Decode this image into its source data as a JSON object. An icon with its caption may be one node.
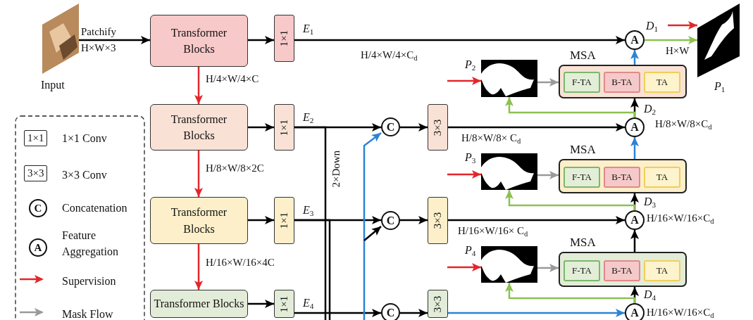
{
  "diagram": {
    "nodes": [
      {
        "text": [],
        "shape": "picture",
        "beside": [
          "Input"
        ]
      },
      {
        "text": [
          "Transformer Blocks"
        ]
      },
      {
        "text": [
          "1×1"
        ],
        "beside": [
          "*E*$_{1}$"
        ]
      },
      {
        "text": [
          "Transformer Blocks"
        ]
      },
      {
        "text": [
          "1×1"
        ],
        "beside": [
          "*E*$_{2}$"
        ]
      },
      {
        "text": [
          "Transformer Blocks"
        ]
      },
      {
        "text": [
          "1×1"
        ],
        "beside": [
          "*E*$_{3}$"
        ]
      },
      {
        "text": [
          "Transformer Blocks"
        ]
      },
      {
        "text": [
          "1×1"
        ],
        "beside": [
          "*E*$_{4}$"
        ]
      },
      {
        "text": [
          "C"
        ]
      },
      {
        "text": [
          "3×3"
        ]
      },
      {
        "text": [
          "C"
        ]
      },
      {
        "text": [
          "3×3"
        ]
      },
      {
        "text": [
          "C"
        ]
      },
      {
        "text": [
          "3×3"
        ]
      },
      {
        "text": [
          "A"
        ],
        "beside": [
          "*D*$_{1}$"
        ]
      },
      {
        "text": [
          "A"
        ],
        "beside": [
          "*D*$_{2}$",
          "H/8×W/8×C$_{d}$"
        ]
      },
      {
        "text": [
          "A"
        ],
        "beside": [
          "*D*$_{3}$",
          "H/16×W/16×C$_{d}$"
        ]
      },
      {
        "text": [
          "A"
        ],
        "beside": [
          "*D*$_{4}$",
          "H/16×W/16×C$_{d}$"
        ]
      },
      {
        "text": [
          "MSA"
        ]
      },
      {
        "text": [
          "F-TA"
        ],
        "in": 19
      },
      {
        "text": [
          "B-TA"
        ],
        "in": 19
      },
      {
        "text": [
          "TA"
        ],
        "in": 19
      },
      {
        "text": [
          "MSA"
        ]
      },
      {
        "text": [
          "F-TA"
        ],
        "in": 23
      },
      {
        "text": [
          "B-TA"
        ],
        "in": 23
      },
      {
        "text": [
          "TA"
        ],
        "in": 23
      },
      {
        "text": [
          "MSA"
        ]
      },
      {
        "text": [
          "F-TA"
        ],
        "in": 27
      },
      {
        "text": [
          "B-TA"
        ],
        "in": 27
      },
      {
        "text": [
          "TA"
        ],
        "in": 27
      },
      {
        "text": [],
        "shape": "picture",
        "beside": [
          "*P*$_{2}$"
        ]
      },
      {
        "text": [],
        "shape": "picture",
        "beside": [
          "*P*$_{3}$"
        ]
      },
      {
        "text": [],
        "shape": "picture",
        "beside": [
          "*P*$_{4}$"
        ]
      },
      {
        "text": [],
        "shape": "picture",
        "beside": [
          "*P*$_{1}$"
        ]
      }
    ],
    "edges": [
      {
        "from": 0,
        "to": 1,
        "arrow": "to",
        "label": "Patchify"
      },
      {
        "from": 1,
        "to": 2,
        "arrow": "to"
      },
      {
        "from": 1,
        "to": 3,
        "arrow": "to",
        "label": "H/4×W/4×C",
        "color": "#e3262b"
      },
      {
        "from": 3,
        "to": 4,
        "arrow": "to"
      },
      {
        "from": 3,
        "to": 5,
        "arrow": "to",
        "label": "H/8×W/8×2C",
        "color": "#e3262b"
      },
      {
        "from": 5,
        "to": 6,
        "arrow": "to"
      },
      {
        "from": 5,
        "to": 7,
        "arrow": "to",
        "label": "H/16×W/16×4C",
        "color": "#e3262b"
      },
      {
        "from": 7,
        "to": 8,
        "arrow": "to"
      },
      {
        "from": 2,
        "to": 15,
        "arrow": "to",
        "label": "H/4×W/4×C$_{d}$"
      },
      {
        "from": 4,
        "to": 9,
        "arrow": "to"
      },
      {
        "from": 9,
        "to": 10,
        "arrow": "to"
      },
      {
        "from": 10,
        "to": 16,
        "arrow": "to",
        "label": "H/8×W/8× C$_{d}$"
      },
      {
        "from": 6,
        "to": 11,
        "arrow": "to"
      },
      {
        "from": 11,
        "to": 12,
        "arrow": "to"
      },
      {
        "from": 12,
        "to": 17,
        "arrow": "to",
        "label": "H/16×W/16× C$_{d}$"
      },
      {
        "from": 8,
        "to": 13,
        "arrow": "to"
      },
      {
        "from": 13,
        "to": 14,
        "arrow": "to"
      },
      {
        "from": 14,
        "to": 18,
        "arrow": "to",
        "color": "#2b83d6"
      },
      {
        "from": 19,
        "to": 15,
        "arrow": "to",
        "color": "#2b83d6"
      },
      {
        "from": 16,
        "to": 19,
        "arrow": "to"
      },
      {
        "from": 16,
        "to": 31,
        "arrow": "to",
        "color": "#8cc152"
      },
      {
        "from": 31,
        "to": 19,
        "arrow": "to",
        "color": "#999999"
      },
      {
        "from": null,
        "to": 31,
        "arrow": "to",
        "color": "#e3262b"
      },
      {
        "from": 23,
        "to": 16,
        "arrow": "to",
        "color": "#2b83d6"
      },
      {
        "from": 17,
        "to": 23,
        "arrow": "to"
      },
      {
        "from": 17,
        "to": 32,
        "arrow": "to",
        "color": "#8cc152"
      },
      {
        "from": 32,
        "to": 23,
        "arrow": "to",
        "color": "#999999"
      },
      {
        "from": null,
        "to": 32,
        "arrow": "to",
        "color": "#e3262b"
      },
      {
        "from": 27,
        "to": 17,
        "arrow": "to"
      },
      {
        "from": 18,
        "to": 27,
        "arrow": "to"
      },
      {
        "from": 18,
        "to": 33,
        "arrow": "to",
        "color": "#8cc152"
      },
      {
        "from": 33,
        "to": 27,
        "arrow": "to",
        "color": "#999999"
      },
      {
        "from": null,
        "to": 33,
        "arrow": "to",
        "color": "#e3262b"
      },
      {
        "from": 15,
        "to": 34,
        "arrow": "to",
        "label": "H×W",
        "color": "#8cc152"
      },
      {
        "from": null,
        "to": 34,
        "arrow": "to",
        "color": "#e3262b"
      },
      {
        "from": 4,
        "to": null,
        "arrow": "none",
        "label": "2×Down"
      },
      {
        "from": 6,
        "to": null,
        "arrow": "none"
      },
      {
        "from": null,
        "to": 9,
        "arrow": "to",
        "color": "#2b83d6"
      },
      {
        "from": null,
        "to": 11,
        "arrow": "to"
      }
    ],
    "labels": [
      "H×W×3",
      "1×1",
      "3×3",
      "C",
      "A"
    ],
    "legend": [
      {
        "text": "1×1 Conv"
      },
      {
        "text": "3×3 Conv"
      },
      {
        "text": "Concatenation"
      },
      {
        "text": "Feature Aggregation"
      },
      {
        "text": "Supervision"
      },
      {
        "text": "Mask Flow"
      }
    ]
  }
}
